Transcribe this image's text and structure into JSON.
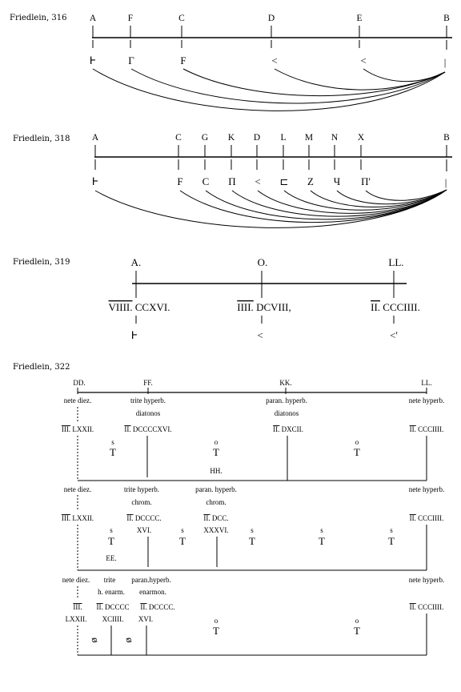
{
  "sections": [
    {
      "caption": "Friedlein, 316",
      "letters": [
        "A",
        "F",
        "C",
        "D",
        "E",
        "B"
      ],
      "signs": [
        "Ͱ",
        "Γ",
        "F",
        "<",
        "<",
        "|"
      ]
    },
    {
      "caption": "Friedlein, 318",
      "letters": [
        "A",
        "C",
        "G",
        "K",
        "D",
        "L",
        "M",
        "N",
        "X",
        "B"
      ],
      "signs": [
        "Ͱ",
        "F",
        "C",
        "Π",
        "<",
        "⊏",
        "Z",
        "Ч",
        "Π'",
        "|"
      ]
    },
    {
      "caption": "Friedlein, 319",
      "letters": [
        "A.",
        "O.",
        "LL."
      ],
      "numbers": [
        {
          "mark": "VIIII.",
          "rest": " CCXVI."
        },
        {
          "mark": "IIII.",
          "rest": " DCVIII,"
        },
        {
          "mark": "II.",
          "rest": " CCCIIII."
        }
      ],
      "signs": [
        "Ͱ",
        "<",
        "<'"
      ]
    },
    {
      "caption": "Friedlein, 322",
      "top_letters": [
        "DD.",
        "FF.",
        "KK.",
        "LL."
      ],
      "row1": {
        "labels": [
          "nete diez.",
          "trite hyperb.",
          "diatonos",
          "paran. hyperb.",
          "diatonos",
          "nete hyperb."
        ],
        "numbers": [
          {
            "mark": "III.",
            "rest": " LXXII."
          },
          {
            "mark": "II.",
            "rest": " DCCCCXVI."
          },
          {
            "mark": "II.",
            "rest": " DXCII."
          },
          {
            "mark": "II.",
            "rest": " CCCIIII."
          }
        ],
        "signs": [
          {
            "sup": "s",
            "sym": "T"
          },
          {
            "sup": "o",
            "sym": "T"
          },
          {
            "sup": "o",
            "sym": "T"
          }
        ],
        "bottom_label": "HH."
      },
      "row2": {
        "labels": [
          "nete diez.",
          "trite hyperb.",
          "chrom.",
          "paran. hyperb.",
          "chrom.",
          "nete hyperb."
        ],
        "numbers": [
          {
            "mark": "III.",
            "rest": " LXXII."
          },
          {
            "mark": "II.",
            "rest": " DCCCC."
          },
          {
            "mark": "",
            "rest": "XVI."
          },
          {
            "mark": "II.",
            "rest": " DCC."
          },
          {
            "mark": "",
            "rest": "XXXVI."
          },
          {
            "mark": "II.",
            "rest": " CCCIIII."
          }
        ],
        "signs": [
          {
            "sup": "s",
            "sym": "T"
          },
          {
            "sup": "s",
            "sym": "T"
          },
          {
            "sup": "s",
            "sym": "T"
          },
          {
            "sup": "s",
            "sym": "T"
          },
          {
            "sup": "s",
            "sym": "T"
          }
        ],
        "bottom_label": "EE."
      },
      "row3": {
        "labels": [
          "nete diez.",
          "trite",
          "paran.hyperb.",
          "h. enarm.",
          "enarmon.",
          "nete hyperb."
        ],
        "numbers": [
          {
            "mark": "III.",
            "rest": ""
          },
          {
            "mark": "II.",
            "rest": " DCCCC"
          },
          {
            "mark": "II.",
            "rest": " DCCCC."
          },
          {
            "mark": "",
            "rest": "LXXII."
          },
          {
            "mark": "",
            "rest": "XCIIII."
          },
          {
            "mark": "",
            "rest": "XVI."
          },
          {
            "mark": "II.",
            "rest": " CCCIIII."
          }
        ],
        "signs": [
          {
            "sup": "o",
            "sym": "T"
          },
          {
            "sup": "o",
            "sym": "T"
          }
        ],
        "hooks": [
          "ᴓ",
          "ᴓ"
        ]
      }
    }
  ]
}
